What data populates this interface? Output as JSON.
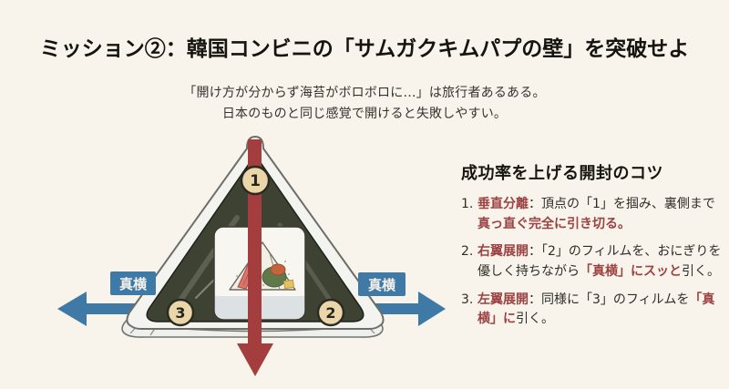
{
  "title": "ミッション②：韓国コンビニの「サムガクキムパプの壁」を突破せよ",
  "subtitle": {
    "line1": "「開け方が分からず海苔がボロボロに…」は旅行者あるある。",
    "line2": "日本のものと同じ感覚で開けると失敗しやすい。"
  },
  "diagram": {
    "badges": [
      {
        "label": "1",
        "position": "top-apex"
      },
      {
        "label": "2",
        "position": "bottom-right"
      },
      {
        "label": "3",
        "position": "bottom-left"
      }
    ],
    "side_labels": {
      "left": "真横",
      "right": "真横"
    }
  },
  "tips": {
    "heading": "成功率を上げる開封のコツ",
    "items": [
      {
        "num": "1.",
        "segments": [
          {
            "text": "垂直分離",
            "red": true
          },
          {
            "text": "：頂点の「1」を掴み、裏側まで",
            "red": false
          },
          {
            "text": "真っ直ぐ完全に引き切る。",
            "red": true
          }
        ]
      },
      {
        "num": "2.",
        "segments": [
          {
            "text": "右翼展開",
            "red": true
          },
          {
            "text": "：「2」のフィルムを、おにぎりを優しく持ちながら",
            "red": false
          },
          {
            "text": "「真横」にスッと",
            "red": true
          },
          {
            "text": "引く。",
            "red": false
          }
        ]
      },
      {
        "num": "3.",
        "segments": [
          {
            "text": "左翼展開",
            "red": true
          },
          {
            "text": "：同様に「3」のフィルムを",
            "red": false
          },
          {
            "text": "「真横」に",
            "red": true
          },
          {
            "text": "引く。",
            "red": false
          }
        ]
      }
    ]
  },
  "colors": {
    "background": "#f8f4eb",
    "accent_red": "#a43e3e",
    "accent_red_text": "#9c4242",
    "accent_blue": "#3e7aa5",
    "nori_dark": "#3d4233",
    "badge_tan": "#ead6a8",
    "film_white": "#f3f4f0",
    "window_strip": "#dce1e4"
  }
}
